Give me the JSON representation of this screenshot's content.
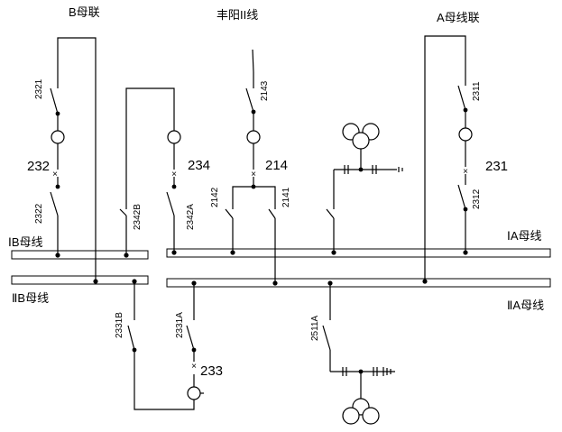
{
  "titles": {
    "b_tie": "B母联",
    "fengyang": "丰阳II线",
    "a_tie": "A母线联"
  },
  "buses": {
    "b1": "ⅠB母线",
    "b2": "ⅡB母线",
    "a1": "ⅠA母线",
    "a2": "ⅡA母线"
  },
  "breakers": {
    "b232": "232",
    "b234": "234",
    "b214": "214",
    "b231": "231",
    "b233": "233"
  },
  "switches": {
    "s2321": "2321",
    "s2322": "2322",
    "s2342B": "2342B",
    "s2342A": "2342A",
    "s2143": "2143",
    "s2142": "2142",
    "s2141": "2141",
    "s2311": "2311",
    "s2312": "2312",
    "s2331B": "2331B",
    "s2331A": "2331A",
    "s2511A": "2511A"
  }
}
